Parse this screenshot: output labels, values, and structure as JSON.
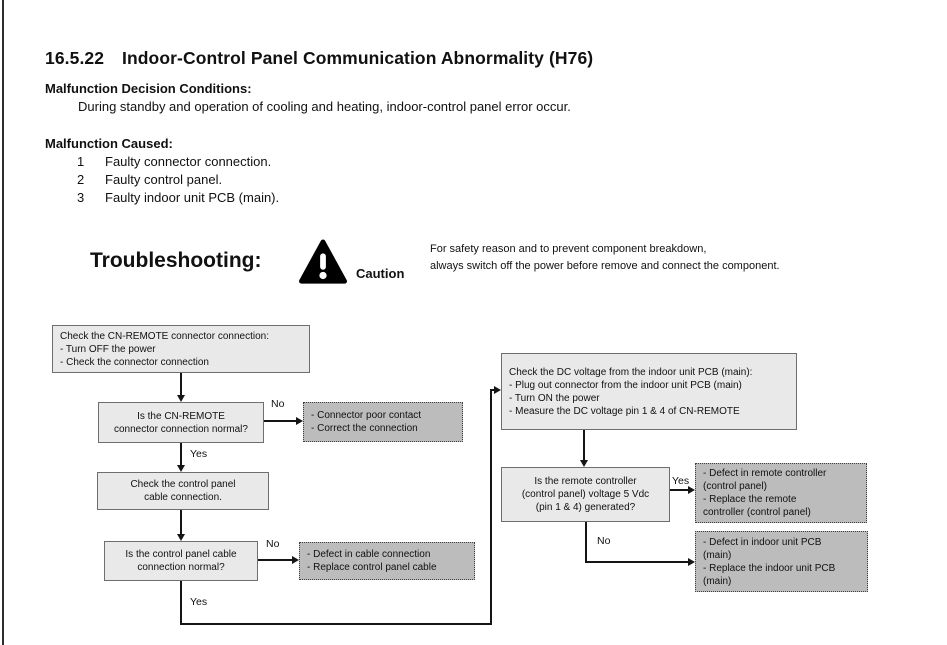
{
  "page": {
    "section_number": "16.5.22",
    "title": "Indoor-Control Panel Communication Abnormality (H76)",
    "decision_heading": "Malfunction Decision Conditions:",
    "decision_text": "During standby and operation of cooling and heating, indoor-control panel error occur.",
    "caused_heading": "Malfunction Caused:",
    "causes": [
      {
        "num": "1",
        "text": "Faulty connector connection."
      },
      {
        "num": "2",
        "text": "Faulty control panel."
      },
      {
        "num": "3",
        "text": "Faulty indoor unit PCB (main)."
      }
    ]
  },
  "troubleshooting": {
    "heading": "Troubleshooting:",
    "caution_icon": "warning-triangle-exclamation",
    "caution_label": "Caution",
    "safety_line1": "For safety reason and to prevent component breakdown,",
    "safety_line2": "always switch off the power before remove and connect the component."
  },
  "flowchart": {
    "check_cn_remote": {
      "lines": [
        "Check the CN-REMOTE connector connection:",
        "- Turn OFF the power",
        "- Check the connector connection"
      ]
    },
    "is_cn_remote_normal": {
      "lines": [
        "Is the CN-REMOTE",
        "connector connection normal?"
      ]
    },
    "connector_poor_contact": {
      "lines": [
        "- Connector poor contact",
        "- Correct the connection"
      ]
    },
    "check_control_panel_cable": {
      "lines": [
        "Check the control panel",
        "cable connection."
      ]
    },
    "is_cable_normal": {
      "lines": [
        "Is the control panel cable",
        "connection normal?"
      ]
    },
    "defect_cable": {
      "lines": [
        "- Defect in cable connection",
        "- Replace control panel cable"
      ]
    },
    "check_dc_voltage": {
      "lines": [
        "Check the DC voltage from the indoor unit PCB (main):",
        "- Plug out connector from the indoor unit PCB (main)",
        "- Turn ON the power",
        "- Measure the DC voltage pin 1 & 4 of CN-REMOTE"
      ]
    },
    "is_voltage_generated": {
      "lines": [
        "Is the remote controller",
        "(control panel) voltage 5 Vdc",
        "(pin 1 & 4) generated?"
      ]
    },
    "defect_remote_controller": {
      "lines": [
        "- Defect in remote controller",
        "(control panel)",
        "- Replace the remote",
        "controller (control panel)"
      ]
    },
    "defect_indoor_pcb": {
      "lines": [
        "- Defect in indoor unit PCB",
        "(main)",
        "- Replace the indoor unit PCB",
        "(main)"
      ]
    },
    "labels": {
      "no1": "No",
      "yes1": "Yes",
      "no2": "No",
      "yes2": "Yes",
      "yes3": "Yes",
      "no3": "No"
    }
  },
  "colors": {
    "box_fill": "#e9e9e9",
    "result_fill": "#bcbcbc",
    "box_border": "#6e6e6e",
    "line": "#151515"
  }
}
